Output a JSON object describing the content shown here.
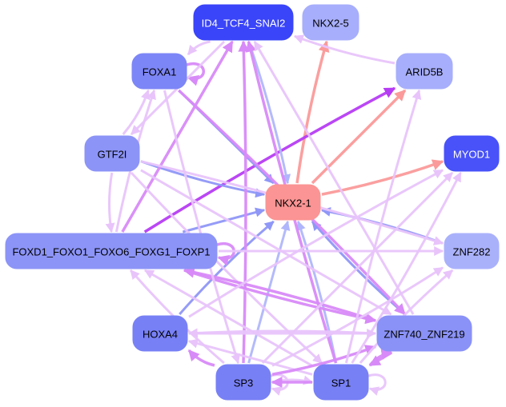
{
  "graph": {
    "title": "Regulatory network around NKX2-1",
    "nodes": [
      {
        "id": "ID4_TCF4_SNAI2",
        "label": "ID4_TCF4_SNAI2",
        "fill": "#3a44f8",
        "text_color": "#ffffff"
      },
      {
        "id": "NKX2-5",
        "label": "NKX2-5",
        "fill": "#a7aefb",
        "text_color": "#000000"
      },
      {
        "id": "FOXA1",
        "label": "FOXA1",
        "fill": "#7d86f6",
        "text_color": "#000000"
      },
      {
        "id": "ARID5B",
        "label": "ARID5B",
        "fill": "#a7aefb",
        "text_color": "#000000"
      },
      {
        "id": "GTF2I",
        "label": "GTF2I",
        "fill": "#8c94f7",
        "text_color": "#000000"
      },
      {
        "id": "MYOD1",
        "label": "MYOD1",
        "fill": "#4852f8",
        "text_color": "#ffffff"
      },
      {
        "id": "NKX2-1",
        "label": "NKX2-1",
        "fill": "#fb9494",
        "text_color": "#000000"
      },
      {
        "id": "FOXD1_FOXO1_FOXO6_FOXG1_FOXP1",
        "label": "FOXD1_FOXO1_FOXO6_FOXG1_FOXP1",
        "fill": "#8c94f7",
        "text_color": "#000000"
      },
      {
        "id": "ZNF282",
        "label": "ZNF282",
        "fill": "#aab1fb",
        "text_color": "#000000"
      },
      {
        "id": "HOXA4",
        "label": "HOXA4",
        "fill": "#7880f6",
        "text_color": "#000000"
      },
      {
        "id": "ZNF740_ZNF219",
        "label": "ZNF740_ZNF219",
        "fill": "#8a92f7",
        "text_color": "#000000"
      },
      {
        "id": "SP3",
        "label": "SP3",
        "fill": "#7880f6",
        "text_color": "#000000"
      },
      {
        "id": "SP1",
        "label": "SP1",
        "fill": "#7880f6",
        "text_color": "#000000"
      }
    ],
    "edge_colors": {
      "pink_activation": "#fb9a9a",
      "blue_repression": "#8f97f7",
      "light_blue": "#b0b6fb",
      "strong_purple": "#b63cf4",
      "medium_purple": "#d88af8",
      "light_purple": "#e8c4fb",
      "lighter_purple": "#ebcafb"
    },
    "edges": [
      {
        "source": "NKX2-1",
        "target": "NKX2-5",
        "color": "pink_activation"
      },
      {
        "source": "NKX2-1",
        "target": "ARID5B",
        "color": "pink_activation"
      },
      {
        "source": "NKX2-1",
        "target": "MYOD1",
        "color": "pink_activation"
      },
      {
        "source": "FOXD1_FOXO1_FOXO6_FOXG1_FOXP1",
        "target": "ARID5B",
        "color": "strong_purple"
      },
      {
        "source": "FOXA1",
        "target": "NKX2-1",
        "color": "blue_repression"
      },
      {
        "source": "GTF2I",
        "target": "NKX2-1",
        "color": "blue_repression"
      },
      {
        "source": "ID4_TCF4_SNAI2",
        "target": "NKX2-1",
        "color": "light_blue"
      },
      {
        "source": "FOXD1_FOXO1_FOXO6_FOXG1_FOXP1",
        "target": "NKX2-1",
        "color": "blue_repression"
      },
      {
        "source": "ZNF282",
        "target": "NKX2-1",
        "color": "blue_repression"
      },
      {
        "source": "HOXA4",
        "target": "NKX2-1",
        "color": "blue_repression"
      },
      {
        "source": "SP3",
        "target": "NKX2-1",
        "color": "light_blue"
      },
      {
        "source": "SP1",
        "target": "NKX2-1",
        "color": "light_blue"
      },
      {
        "source": "ZNF740_ZNF219",
        "target": "NKX2-1",
        "color": "blue_repression"
      },
      {
        "source": "FOXA1",
        "target": "FOXA1",
        "color": "medium_purple",
        "self_loop": true
      },
      {
        "source": "SP3",
        "target": "SP3",
        "color": "light_purple",
        "self_loop": true
      },
      {
        "source": "SP1",
        "target": "SP1",
        "color": "light_purple",
        "self_loop": true
      },
      {
        "source": "FOXD1_FOXO1_FOXO6_FOXG1_FOXP1",
        "target": "FOXD1_FOXO1_FOXO6_FOXG1_FOXP1",
        "color": "medium_purple",
        "self_loop": true
      },
      {
        "source": "ID4_TCF4_SNAI2",
        "target": "FOXA1",
        "color": "light_purple"
      },
      {
        "source": "ARID5B",
        "target": "ID4_TCF4_SNAI2",
        "color": "light_purple"
      },
      {
        "source": "FOXD1_FOXO1_FOXO6_FOXG1_FOXP1",
        "target": "ID4_TCF4_SNAI2",
        "color": "medium_purple"
      },
      {
        "source": "SP3",
        "target": "ID4_TCF4_SNAI2",
        "color": "medium_purple"
      },
      {
        "source": "SP1",
        "target": "ID4_TCF4_SNAI2",
        "color": "medium_purple"
      },
      {
        "source": "ZNF740_ZNF219",
        "target": "ID4_TCF4_SNAI2",
        "color": "light_purple"
      },
      {
        "source": "GTF2I",
        "target": "FOXA1",
        "color": "light_purple"
      },
      {
        "source": "FOXD1_FOXO1_FOXO6_FOXG1_FOXP1",
        "target": "FOXA1",
        "color": "light_purple"
      },
      {
        "source": "ID4_TCF4_SNAI2",
        "target": "GTF2I",
        "color": "light_purple"
      },
      {
        "source": "GTF2I",
        "target": "FOXD1_FOXO1_FOXO6_FOXG1_FOXP1",
        "color": "light_purple"
      },
      {
        "source": "FOXA1",
        "target": "ZNF740_ZNF219",
        "color": "medium_purple"
      },
      {
        "source": "GTF2I",
        "target": "ZNF740_ZNF219",
        "color": "light_purple"
      },
      {
        "source": "GTF2I",
        "target": "SP1",
        "color": "light_purple"
      },
      {
        "source": "GTF2I",
        "target": "ZNF282",
        "color": "light_purple"
      },
      {
        "source": "FOXD1_FOXO1_FOXO6_FOXG1_FOXP1",
        "target": "ZNF282",
        "color": "light_purple"
      },
      {
        "source": "FOXD1_FOXO1_FOXO6_FOXG1_FOXP1",
        "target": "ZNF740_ZNF219",
        "color": "medium_purple"
      },
      {
        "source": "SP3",
        "target": "FOXD1_FOXO1_FOXO6_FOXG1_FOXP1",
        "color": "light_purple"
      },
      {
        "source": "SP1",
        "target": "FOXD1_FOXO1_FOXO6_FOXG1_FOXP1",
        "color": "light_purple"
      },
      {
        "source": "ZNF740_ZNF219",
        "target": "FOXD1_FOXO1_FOXO6_FOXG1_FOXP1",
        "color": "medium_purple"
      },
      {
        "source": "SP3",
        "target": "HOXA4",
        "color": "medium_purple"
      },
      {
        "source": "SP1",
        "target": "HOXA4",
        "color": "light_purple"
      },
      {
        "source": "ZNF740_ZNF219",
        "target": "HOXA4",
        "color": "light_purple"
      },
      {
        "source": "SP3",
        "target": "SP1",
        "color": "light_purple"
      },
      {
        "source": "SP1",
        "target": "SP3",
        "color": "medium_purple"
      },
      {
        "source": "SP3",
        "target": "ZNF740_ZNF219",
        "color": "medium_purple"
      },
      {
        "source": "SP1",
        "target": "ZNF740_ZNF219",
        "color": "medium_purple"
      },
      {
        "source": "ZNF740_ZNF219",
        "target": "SP1",
        "color": "medium_purple"
      },
      {
        "source": "SP3",
        "target": "ZNF282",
        "color": "light_purple"
      },
      {
        "source": "SP1",
        "target": "ZNF282",
        "color": "light_purple"
      },
      {
        "source": "SP3",
        "target": "MYOD1",
        "color": "light_purple"
      },
      {
        "source": "SP1",
        "target": "MYOD1",
        "color": "light_purple"
      },
      {
        "source": "SP1",
        "target": "ARID5B",
        "color": "light_purple"
      },
      {
        "source": "HOXA4",
        "target": "ZNF740_ZNF219",
        "color": "light_purple"
      },
      {
        "source": "FOXA1",
        "target": "SP3",
        "color": "light_purple"
      },
      {
        "source": "HOXA4",
        "target": "MYOD1",
        "color": "light_purple"
      }
    ]
  }
}
